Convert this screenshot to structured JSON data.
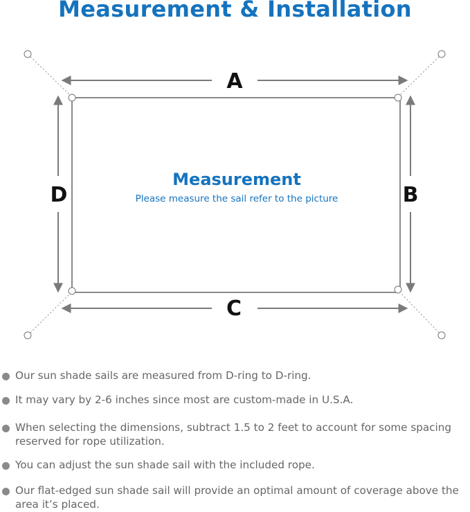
{
  "title": "Measurement & Installation",
  "diagram": {
    "labels": {
      "top": "A",
      "right": "B",
      "bottom": "C",
      "left": "D"
    },
    "center_title": "Measurement",
    "center_subtitle": "Please measure the sail refer to the picture",
    "colors": {
      "accent": "#1573be",
      "line": "#8a8a8a",
      "text": "#666666"
    }
  },
  "notes": [
    "Our sun shade sails are measured from D-ring to D-ring.",
    "It may vary by 2-6 inches since most are custom-made in U.S.A.",
    "When selecting the dimensions, subtract 1.5 to 2 feet to account for some spacing reserved for rope utilization.",
    "You can adjust the sun shade sail with the included rope.",
    "Our flat-edged sun shade sail will provide an optimal amount of coverage above the area it’s placed."
  ]
}
